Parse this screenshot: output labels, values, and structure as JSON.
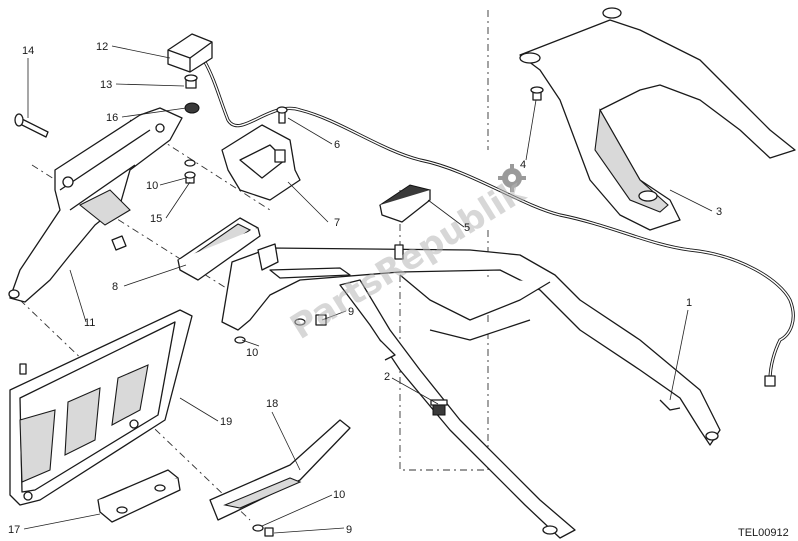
{
  "callouts": {
    "c1": "1",
    "c2": "2",
    "c3": "3",
    "c4": "4",
    "c5": "5",
    "c6": "6",
    "c7": "7",
    "c8": "8",
    "c9a": "9",
    "c9b": "9",
    "c10a": "10",
    "c10b": "10",
    "c10c": "10",
    "c11": "11",
    "c12": "12",
    "c13": "13",
    "c14": "14",
    "c15": "15",
    "c16": "16",
    "c17": "17",
    "c18": "18",
    "c19": "19"
  },
  "drawing_code": "TEL00912",
  "watermark": "PartsRepublik",
  "colors": {
    "line": "#1a1a1a",
    "shade": "#d9d9d9",
    "watermark": "#b7b7b7"
  },
  "icons": [
    "gear-icon"
  ]
}
